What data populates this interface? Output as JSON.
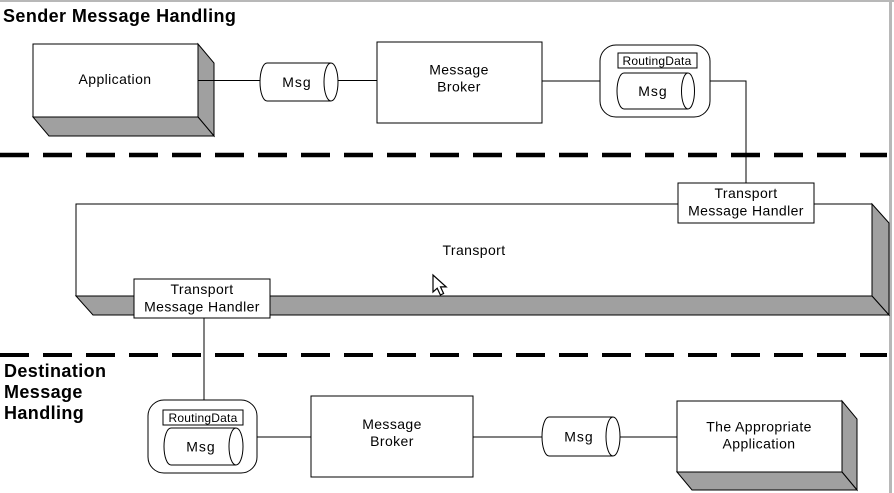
{
  "colors": {
    "shadow_gray": "#a0a0a0",
    "frame_gray": "#b8b8b8",
    "stroke": "#000000",
    "background": "#ffffff"
  },
  "sender_section": {
    "title": "Sender Message Handling",
    "application": {
      "label": "Application"
    },
    "msg_channel": {
      "label": "Msg"
    },
    "message_broker": {
      "line1": "Message",
      "line2": "Broker"
    },
    "routed_message": {
      "routing_label": "RoutingData",
      "msg_label": "Msg"
    }
  },
  "transport_section": {
    "transport": {
      "label": "Transport"
    },
    "handler_right": {
      "line1": "Transport",
      "line2": "Message Handler"
    },
    "handler_left": {
      "line1": "Transport",
      "line2": "Message Handler"
    }
  },
  "destination_section": {
    "title_line1": "Destination",
    "title_line2": "Message",
    "title_line3": "Handling",
    "routed_message": {
      "routing_label": "RoutingData",
      "msg_label": "Msg"
    },
    "message_broker": {
      "line1": "Message",
      "line2": "Broker"
    },
    "msg_channel": {
      "label": "Msg"
    },
    "application": {
      "line1": "The Appropriate",
      "line2": "Application"
    }
  }
}
